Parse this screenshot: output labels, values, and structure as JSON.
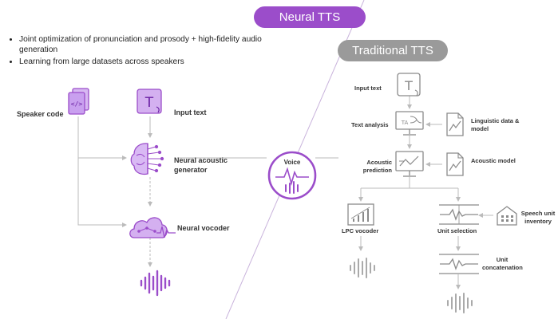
{
  "titles": {
    "neural": "Neural TTS",
    "traditional": "Traditional TTS"
  },
  "bullets": [
    "Joint optimization of pronunciation and prosody + high-fidelity audio generation",
    "Learning from large datasets across speakers"
  ],
  "neural": {
    "speaker_code": "Speaker code",
    "input_text": "Input text",
    "acoustic_generator": "Neural acoustic generator",
    "vocoder": "Neural vocoder"
  },
  "voice": "Voice",
  "traditional": {
    "input_text": "Input text",
    "text_analysis": "Text analysis",
    "linguistic": "Linguistic data & model",
    "acoustic_prediction": "Acoustic prediction",
    "acoustic_model": "Acoustic model",
    "lpc_vocoder": "LPC vocoder",
    "unit_selection": "Unit selection",
    "speech_unit_inventory": "Speech unit inventory",
    "unit_concatenation": "Unit concatenation"
  },
  "colors": {
    "purple": "#9b4dca",
    "purple_light": "#c9a0ef",
    "gray_pill": "#9a9a9a",
    "gray_icon": "#8a8a8a"
  }
}
